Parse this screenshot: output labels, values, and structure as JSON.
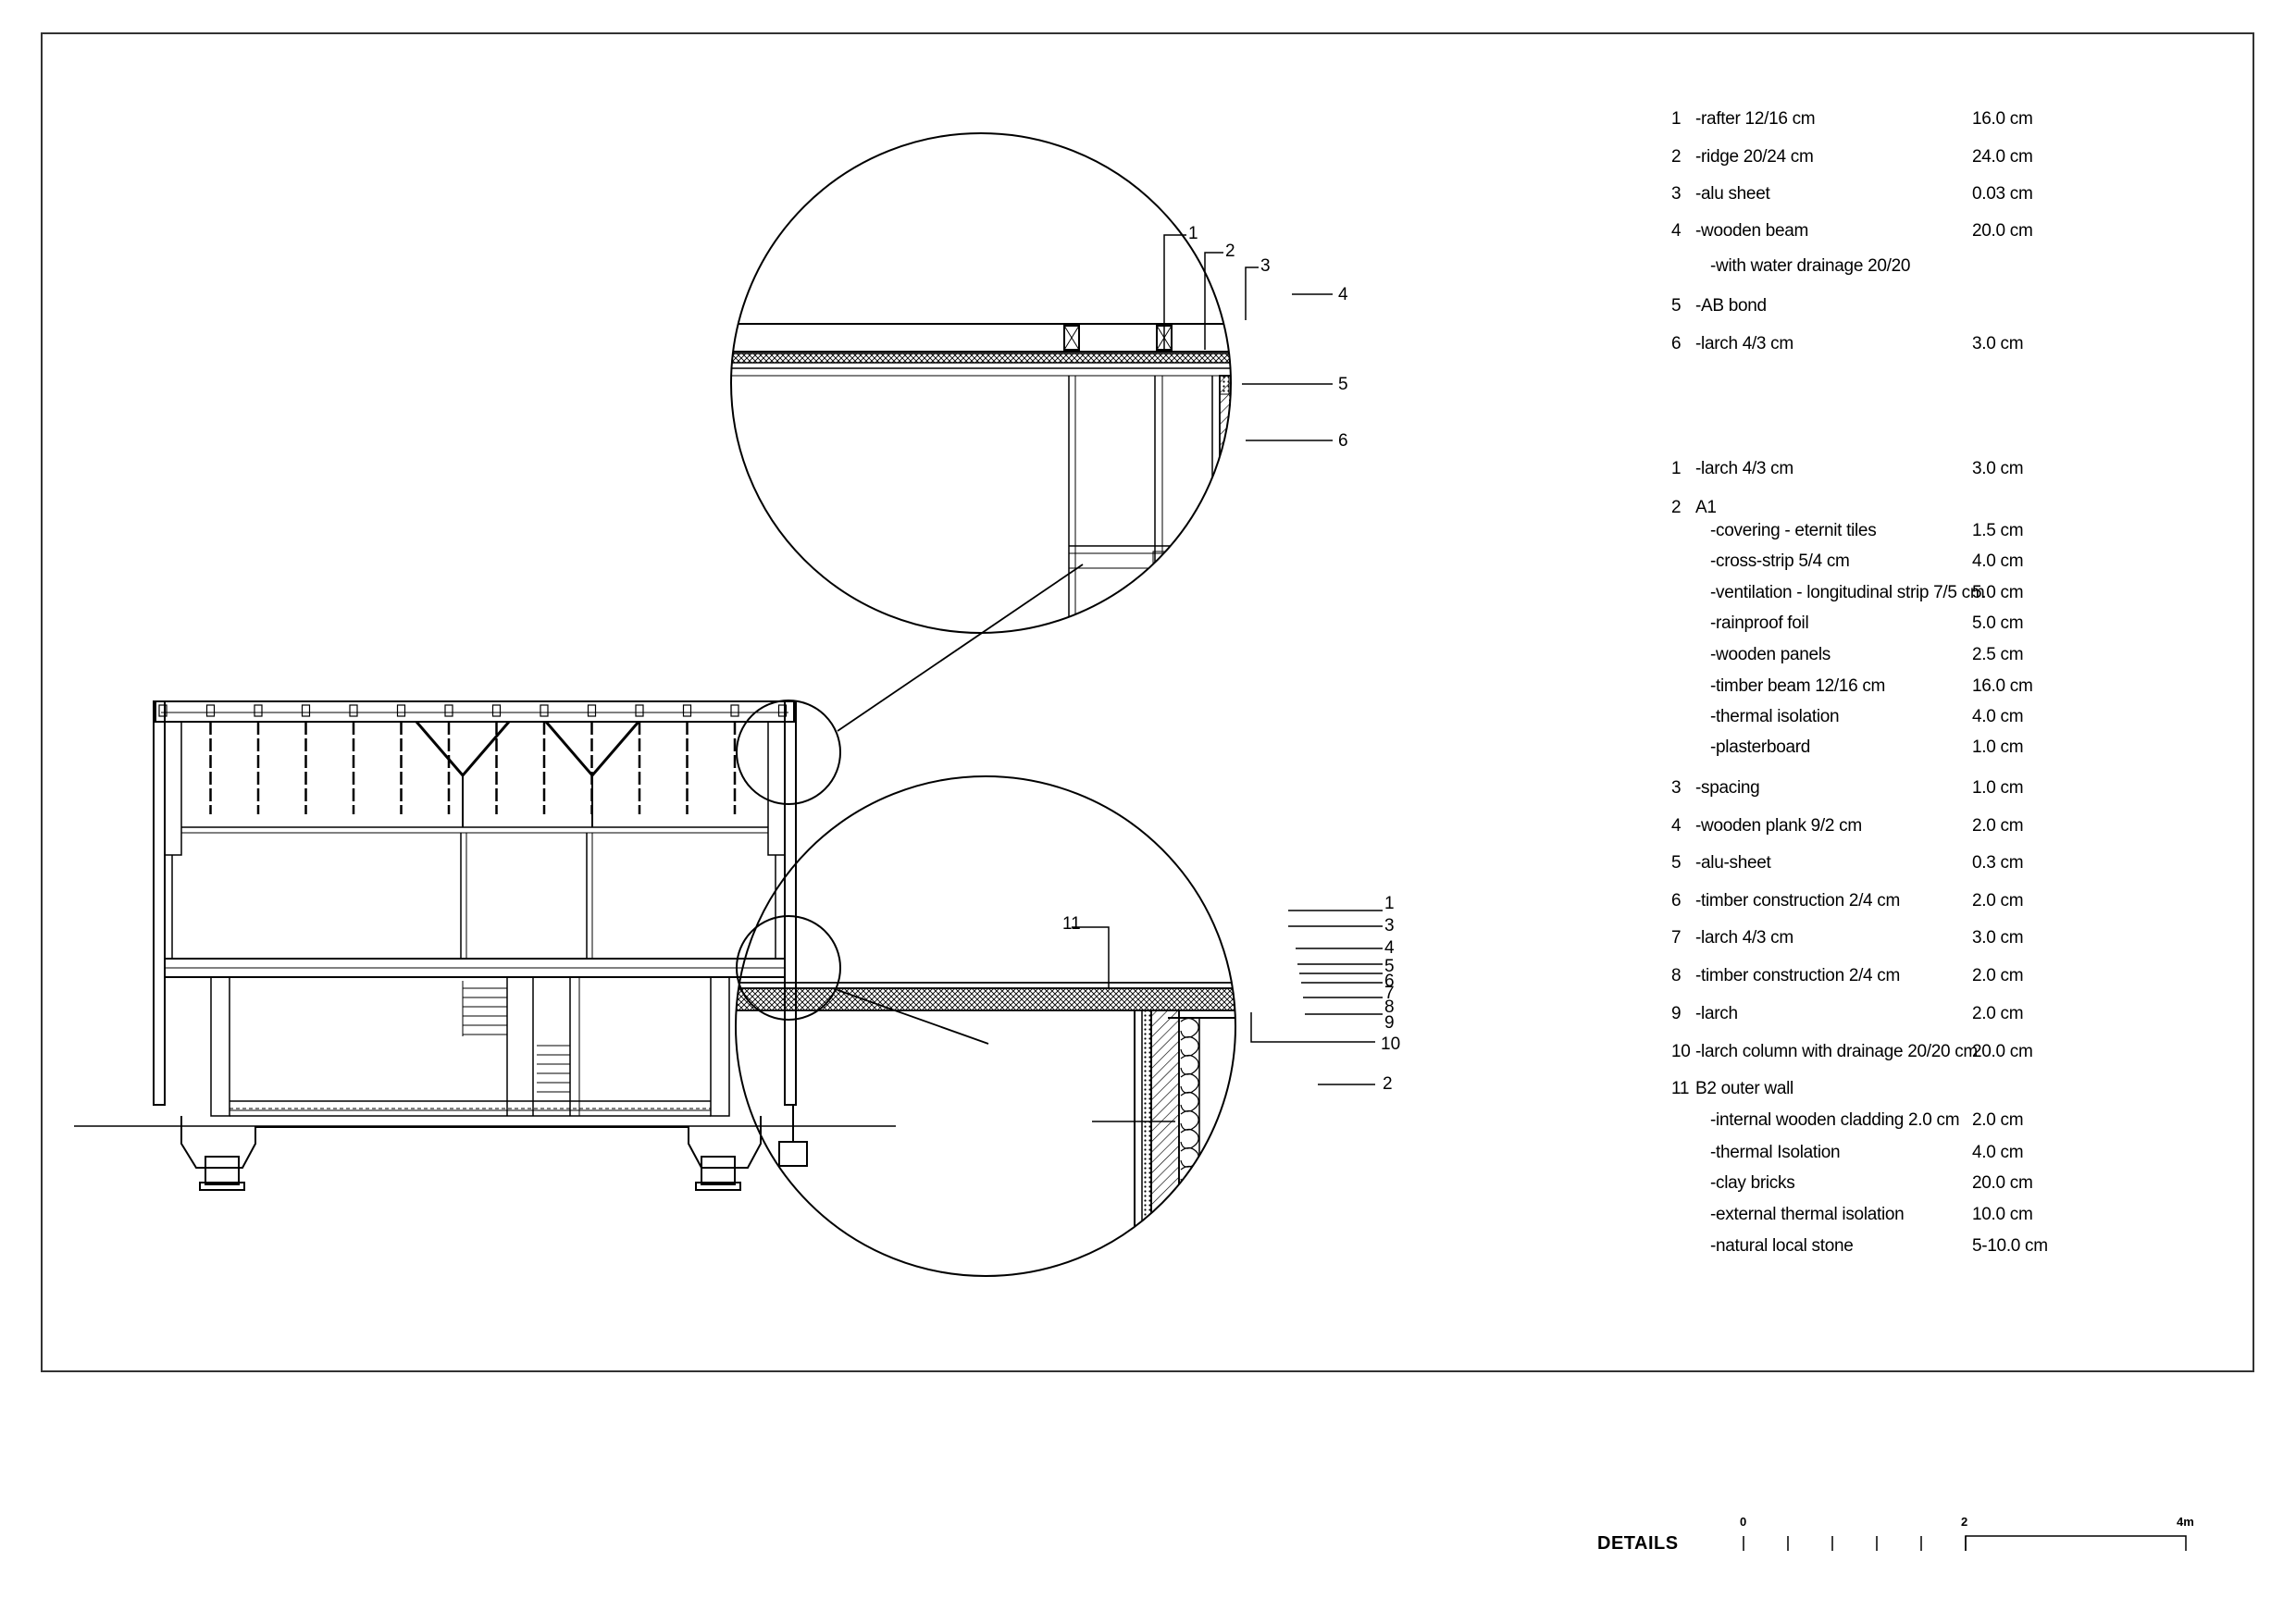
{
  "title": "DETAILS",
  "scale": {
    "labels": [
      "0",
      "2",
      "4m"
    ]
  },
  "upper_detail_callouts": [
    "1",
    "2",
    "3",
    "4",
    "5",
    "6"
  ],
  "lower_detail_callouts": [
    "1",
    "3",
    "4",
    "5",
    "6",
    "7",
    "8",
    "9",
    "10",
    "2",
    "11"
  ],
  "legend_top": [
    {
      "n": "1",
      "t": "-rafter 12/16 cm",
      "v": "16.0 cm"
    },
    {
      "n": "2",
      "t": "-ridge 20/24 cm",
      "v": "24.0 cm"
    },
    {
      "n": "3",
      "t": "-alu sheet",
      "v": "0.03 cm"
    },
    {
      "n": "4",
      "t": "-wooden beam",
      "v": "20.0 cm"
    },
    {
      "n": "",
      "t": "-with water drainage 20/20",
      "v": ""
    },
    {
      "n": "5",
      "t": "-AB bond",
      "v": ""
    },
    {
      "n": "6",
      "t": "-larch 4/3 cm",
      "v": "3.0 cm"
    }
  ],
  "legend_bottom": [
    {
      "n": "1",
      "t": "-larch 4/3 cm",
      "v": "3.0 cm"
    },
    {
      "n": "2",
      "t": "A1",
      "v": ""
    },
    {
      "n": "",
      "t": "-covering - eternit tiles",
      "v": "1.5 cm"
    },
    {
      "n": "",
      "t": "-cross-strip 5/4 cm",
      "v": "4.0 cm"
    },
    {
      "n": "",
      "t": "-ventilation - longitudinal strip 7/5 cm",
      "v": "5.0 cm"
    },
    {
      "n": "",
      "t": "-rainproof foil",
      "v": "5.0 cm"
    },
    {
      "n": "",
      "t": "-wooden panels",
      "v": "2.5 cm"
    },
    {
      "n": "",
      "t": "-timber beam 12/16 cm",
      "v": "16.0 cm"
    },
    {
      "n": "",
      "t": "-thermal isolation",
      "v": "4.0 cm"
    },
    {
      "n": "",
      "t": "-plasterboard",
      "v": "1.0 cm"
    },
    {
      "n": "3",
      "t": "-spacing",
      "v": "1.0 cm"
    },
    {
      "n": "4",
      "t": "-wooden plank 9/2 cm",
      "v": "2.0 cm"
    },
    {
      "n": "5",
      "t": "-alu-sheet",
      "v": "0.3 cm"
    },
    {
      "n": "6",
      "t": "-timber construction 2/4 cm",
      "v": "2.0 cm"
    },
    {
      "n": "7",
      "t": "-larch 4/3 cm",
      "v": "3.0 cm"
    },
    {
      "n": "8",
      "t": "-timber construction 2/4 cm",
      "v": "2.0 cm"
    },
    {
      "n": "9",
      "t": "-larch",
      "v": "2.0 cm"
    },
    {
      "n": "10",
      "t": "-larch column with drainage 20/20 cm",
      "v": "20.0 cm"
    },
    {
      "n": "11",
      "t": "B2 outer wall",
      "v": ""
    },
    {
      "n": "",
      "t": "-internal wooden cladding 2.0 cm",
      "v": "2.0 cm"
    },
    {
      "n": "",
      "t": "-thermal Isolation",
      "v": "4.0 cm"
    },
    {
      "n": "",
      "t": "-clay bricks",
      "v": "20.0 cm"
    },
    {
      "n": "",
      "t": "-external thermal isolation",
      "v": "10.0 cm"
    },
    {
      "n": "",
      "t": "-natural local stone",
      "v": "5-10.0 cm"
    }
  ]
}
